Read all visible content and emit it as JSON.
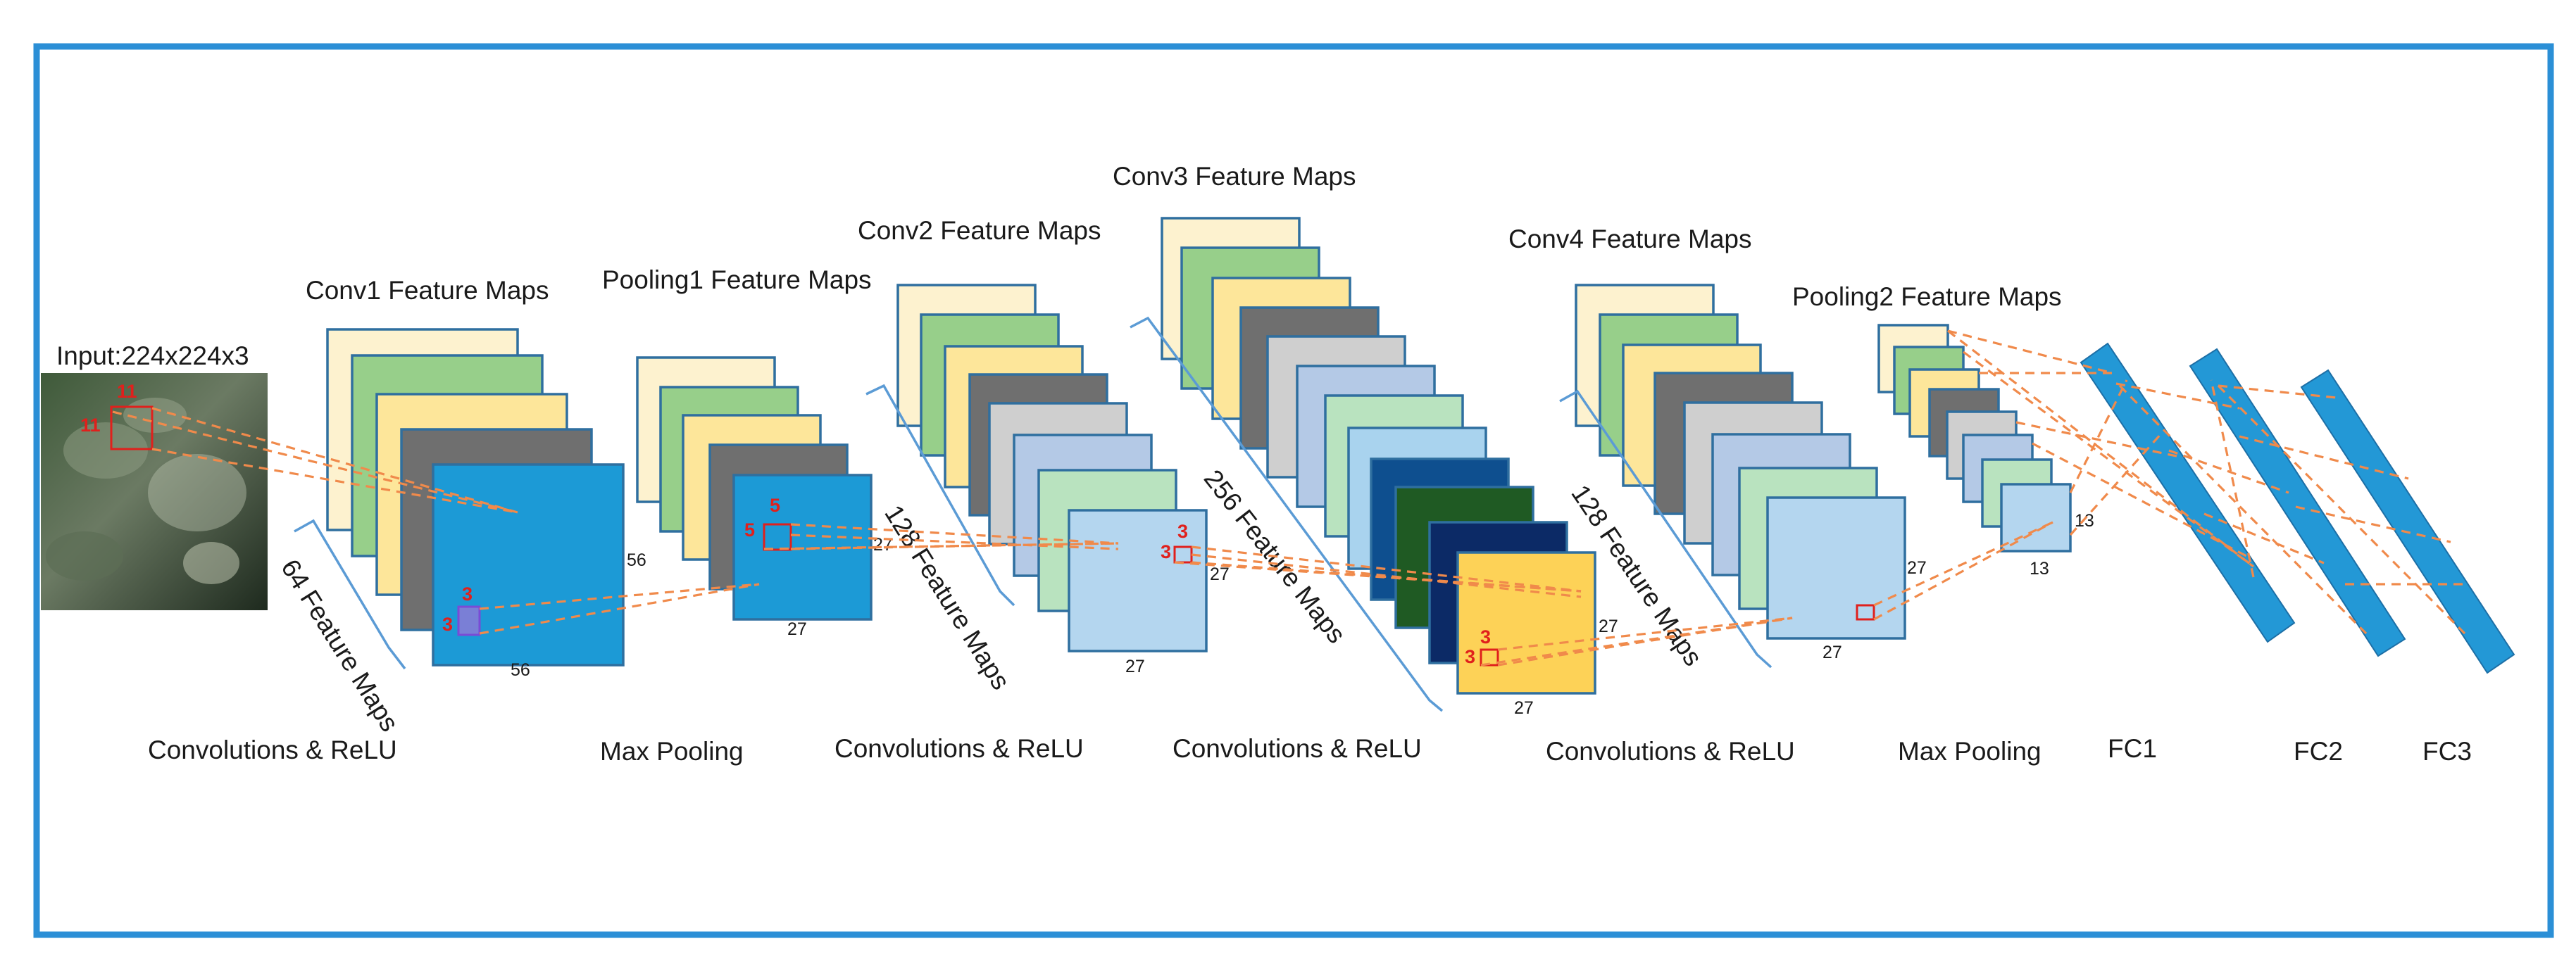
{
  "colors": {
    "frame": "#2b8fd6",
    "cream": "#fdf2cf",
    "green": "#97cf8a",
    "yellow": "#fde69a",
    "grey": "#6f6f6f",
    "lightgrey": "#cfcfcf",
    "paleblue": "#b4c9e6",
    "mint": "#b9e3bf",
    "skyblue": "#a9d3ee",
    "mainblue": "#1c9ad6",
    "darkblue": "#0e4f8f",
    "darkgreen": "#1f5a23",
    "navy": "#0c2a66",
    "gold": "#fdd257",
    "fcblue": "#2398d6",
    "red": "#e0201c",
    "dash": "#f08a4b"
  },
  "input": {
    "label": "Input:224x224x3",
    "kernel_h": "11",
    "kernel_w": "11"
  },
  "conv1": {
    "title": "Conv1 Feature Maps",
    "side_dim": "56",
    "bottom_dim": "56",
    "kernel_h": "3",
    "kernel_w": "3",
    "fm_label": "64 Feature Maps"
  },
  "pool1": {
    "title": "Pooling1 Feature Maps",
    "side_dim": "27",
    "bottom_dim": "27",
    "kernel_h": "5",
    "kernel_w": "5"
  },
  "conv2": {
    "title": "Conv2 Feature Maps",
    "side_dim": "27",
    "bottom_dim": "27",
    "kernel_h": "3",
    "kernel_w": "3",
    "fm_label": "128 Feature Maps"
  },
  "conv3": {
    "title": "Conv3 Feature Maps",
    "side_dim": "27",
    "bottom_dim": "27",
    "kernel_h": "3",
    "kernel_w": "3",
    "fm_label": "256 Feature Maps"
  },
  "conv4": {
    "title": "Conv4 Feature Maps",
    "side_dim": "27",
    "bottom_dim": "27",
    "fm_label": "128 Feature Maps"
  },
  "pool2": {
    "title": "Pooling2 Feature Maps",
    "side_dim": "13",
    "bottom_dim": "13"
  },
  "operations": {
    "op1": "Convolutions & ReLU",
    "op2": "Max Pooling",
    "op3": "Convolutions & ReLU",
    "op4": "Convolutions & ReLU",
    "op5": "Convolutions & ReLU",
    "op6": "Max Pooling"
  },
  "fc": {
    "fc1": "FC1",
    "fc2": "FC2",
    "fc3": "FC3"
  }
}
